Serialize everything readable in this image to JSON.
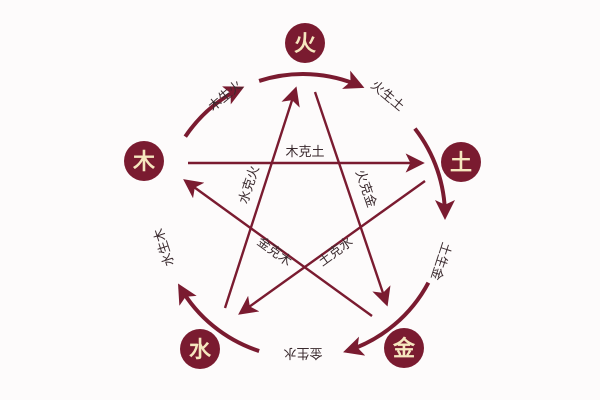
{
  "colors": {
    "primary": "#7a1b30",
    "node_text": "#f6e7bf",
    "background": "#fdfbfb"
  },
  "nodes": {
    "fire": "火",
    "earth": "土",
    "metal": "金",
    "water": "水",
    "wood": "木"
  },
  "generating": {
    "wood_fire": "木生火",
    "fire_earth": "火生土",
    "earth_metal": "土生金",
    "metal_water": "金生水",
    "water_wood": "水生木"
  },
  "overcoming": {
    "wood_earth": "木克土",
    "water_fire": "水克火",
    "fire_metal": "火克金",
    "metal_wood": "金克木",
    "earth_water": "土克水"
  }
}
